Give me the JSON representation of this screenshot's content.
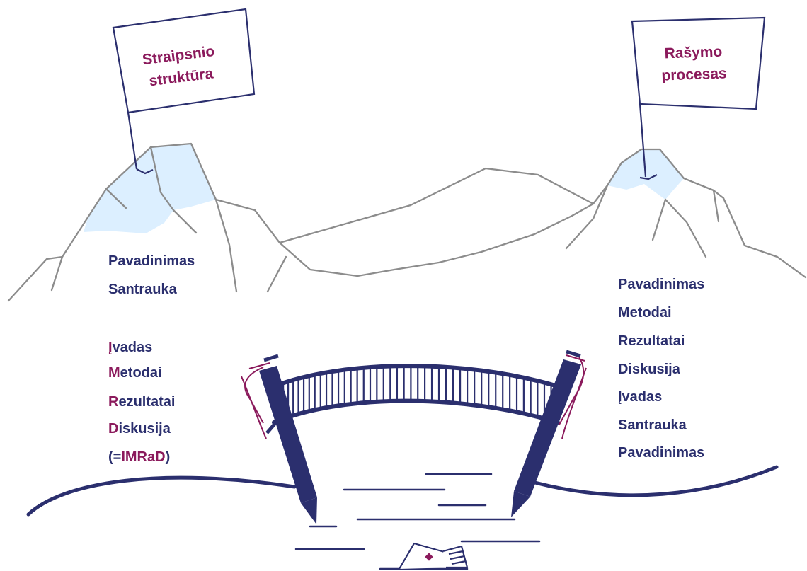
{
  "colors": {
    "navy": "#2b2f6e",
    "accent": "#8b1a5c",
    "ice": "#dcefff",
    "mountain_line": "#8c8c8c"
  },
  "left_flag": {
    "title": "Straipsnio\nstruktūra"
  },
  "right_flag": {
    "title": "Rašymo\nprocesas"
  },
  "left_list": {
    "top": [
      "Pavadinimas",
      "Santrauka"
    ],
    "imrad": [
      {
        "first": "Į",
        "rest": "vadas"
      },
      {
        "first": "M",
        "rest": "etodai"
      },
      {
        "first": "R",
        "rest": "ezultatai"
      },
      {
        "first": "D",
        "rest": "iskusija"
      }
    ],
    "imrad_note": {
      "open": "(=",
      "acronym": "IMRaD",
      "close": ")"
    }
  },
  "right_list": [
    "Pavadinimas",
    "Metodai",
    "Rezultatai",
    "Diskusija",
    "Įvadas",
    "Santrauka",
    "Pavadinimas"
  ],
  "icons": {
    "left_flag": "flag-icon",
    "right_flag": "flag-icon",
    "bridge": "bridge-icon",
    "left_pen": "pen-icon",
    "right_pen": "pen-icon",
    "boat": "paper-boat-icon"
  }
}
